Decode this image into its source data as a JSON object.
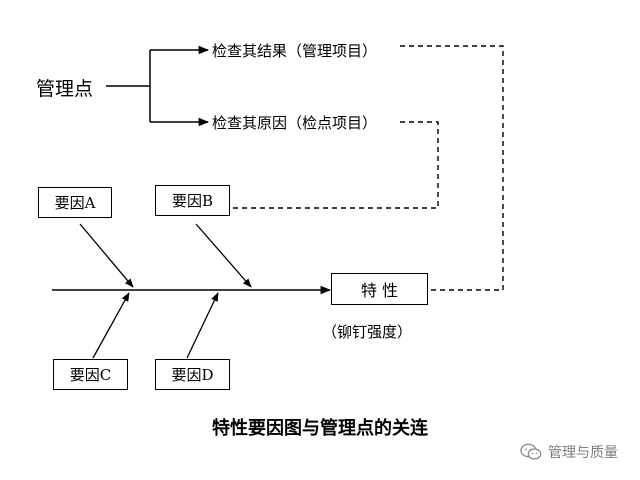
{
  "diagram": {
    "control_point": "管理点",
    "branch_result": "检查其结果（管理项目）",
    "branch_cause": "检查其原因（检点项目）",
    "cause_a": "要因A",
    "cause_b": "要因B",
    "cause_c": "要因C",
    "cause_d": "要因D",
    "characteristic": "特 性",
    "characteristic_note": "（铆钉强度）"
  },
  "caption": "特性要因图与管理点的关连",
  "watermark": {
    "icon": "wechat-icon",
    "text": "管理与质量"
  }
}
